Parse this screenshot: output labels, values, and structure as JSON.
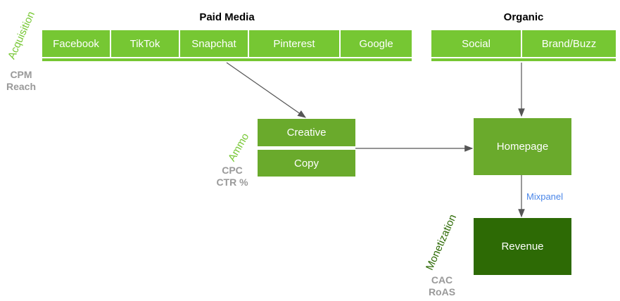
{
  "paid_media": {
    "title": "Paid Media",
    "channels": [
      "Facebook",
      "TikTok",
      "Snapchat",
      "Pinterest",
      "Google"
    ]
  },
  "organic": {
    "title": "Organic",
    "channels": [
      "Social",
      "Brand/Buzz"
    ]
  },
  "acquisition": {
    "label": "Acquisition",
    "metrics": [
      "CPM",
      "Reach"
    ]
  },
  "ammo": {
    "label": "Ammo",
    "metrics": [
      "CPC",
      "CTR %"
    ],
    "boxes": [
      "Creative",
      "Copy"
    ]
  },
  "homepage": {
    "label": "Homepage"
  },
  "mixpanel": {
    "label": "Mixpanel"
  },
  "monetization": {
    "label": "Monetization",
    "metrics": [
      "CAC",
      "RoAS"
    ]
  },
  "revenue": {
    "label": "Revenue"
  },
  "colors": {
    "bright_green": "#76c733",
    "mid_green": "#6aaa2c",
    "dark_green": "#2d6a05",
    "label_light_green": "#76c733",
    "label_dark_green": "#2d6a05",
    "metric_gray": "#999999",
    "link_blue": "#4a86e8"
  }
}
